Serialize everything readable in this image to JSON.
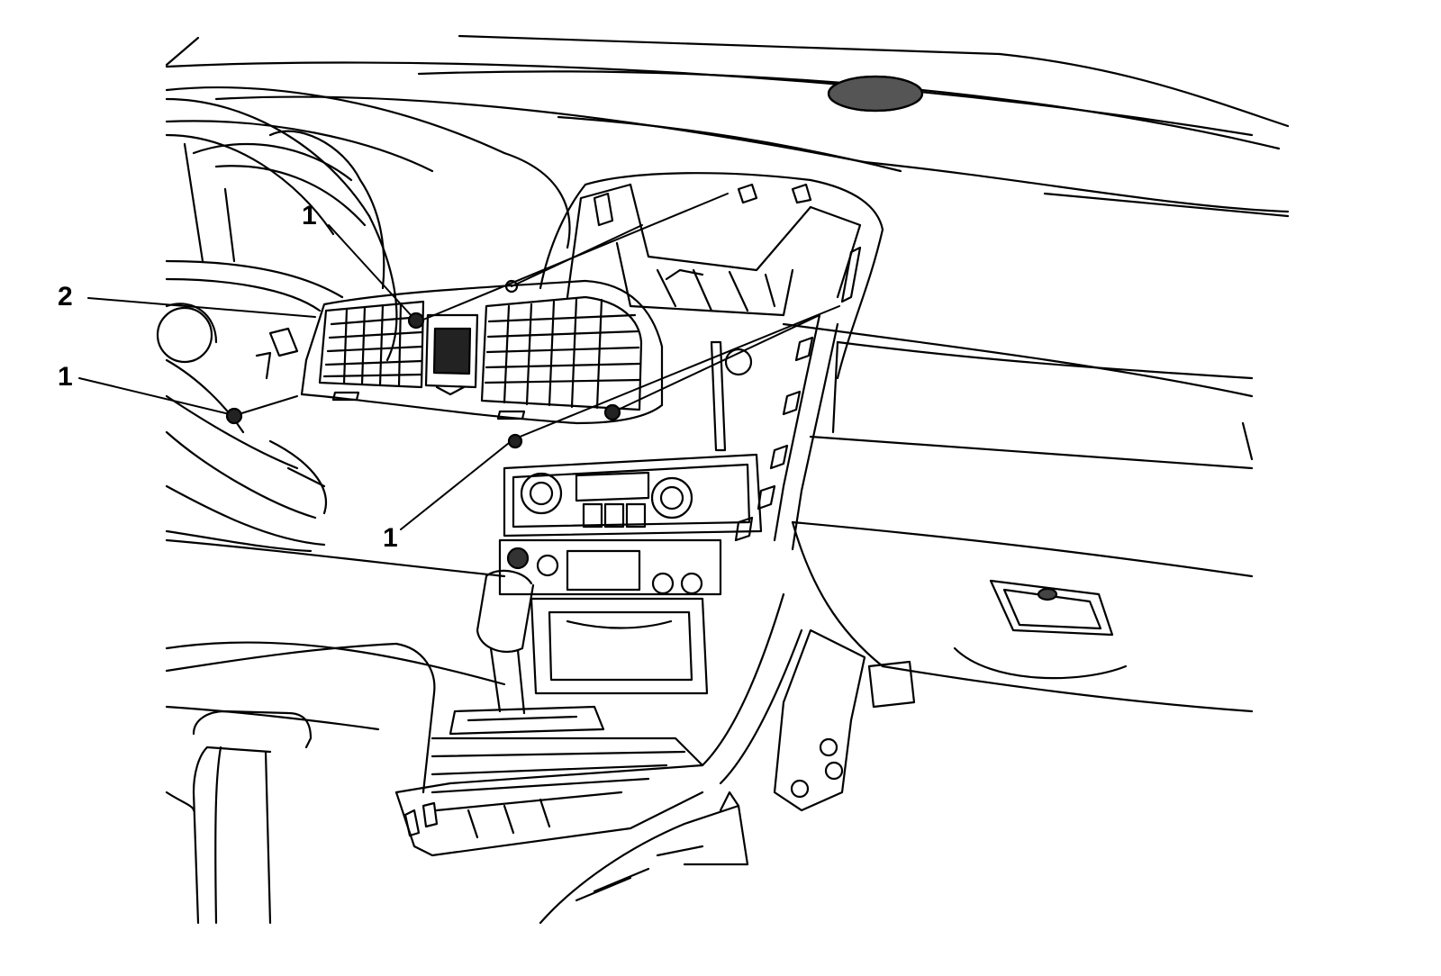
{
  "callouts": [
    {
      "number": "1",
      "part": "fastener"
    },
    {
      "number": "2",
      "part": "air-outlet-bezel"
    },
    {
      "number": "1",
      "part": "fastener"
    },
    {
      "number": "1",
      "part": "fastener"
    }
  ]
}
